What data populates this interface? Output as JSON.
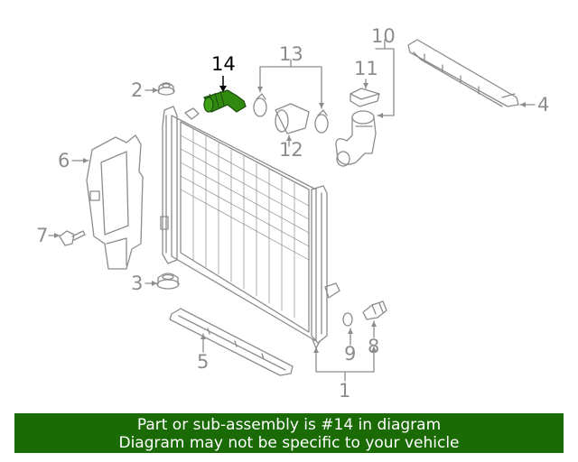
{
  "diagram": {
    "callouts": [
      {
        "id": "1",
        "label": "1"
      },
      {
        "id": "2",
        "label": "2"
      },
      {
        "id": "3",
        "label": "3"
      },
      {
        "id": "4",
        "label": "4"
      },
      {
        "id": "5",
        "label": "5"
      },
      {
        "id": "6",
        "label": "6"
      },
      {
        "id": "7",
        "label": "7"
      },
      {
        "id": "8",
        "label": "8"
      },
      {
        "id": "9",
        "label": "9"
      },
      {
        "id": "10",
        "label": "10"
      },
      {
        "id": "11",
        "label": "11"
      },
      {
        "id": "12",
        "label": "12"
      },
      {
        "id": "13",
        "label": "13"
      },
      {
        "id": "14",
        "label": "14"
      }
    ],
    "highlighted_part": "14",
    "colors": {
      "line": "#8c8c8c",
      "highlight_part": "#2f8a0f",
      "highlight_label": "#000000",
      "banner": "#1a6a05"
    }
  },
  "banner": {
    "line1": "Part or sub-assembly is #14 in diagram",
    "line2": "Diagram may not be specific to your vehicle"
  }
}
